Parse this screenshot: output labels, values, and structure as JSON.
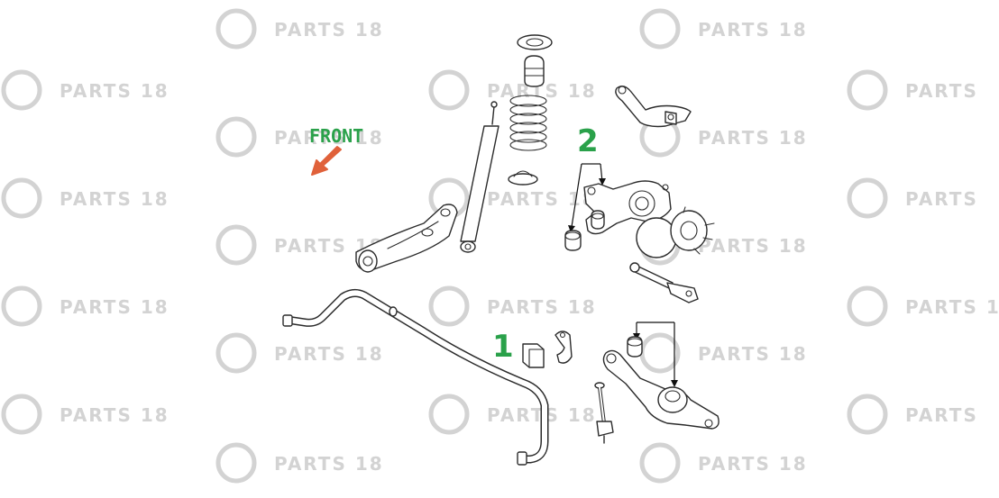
{
  "watermark": {
    "text": "PARTS 18",
    "text_cut": "PARTS"
  },
  "diagram": {
    "front_label": "FRONT",
    "callouts": [
      {
        "id": "1",
        "label": "1"
      },
      {
        "id": "2",
        "label": "2"
      }
    ]
  },
  "colors": {
    "callout": "#2aa14a",
    "front_arrow": "#e0613a",
    "watermark": "#d3d3d3",
    "line_art": "#2b2b2b"
  }
}
